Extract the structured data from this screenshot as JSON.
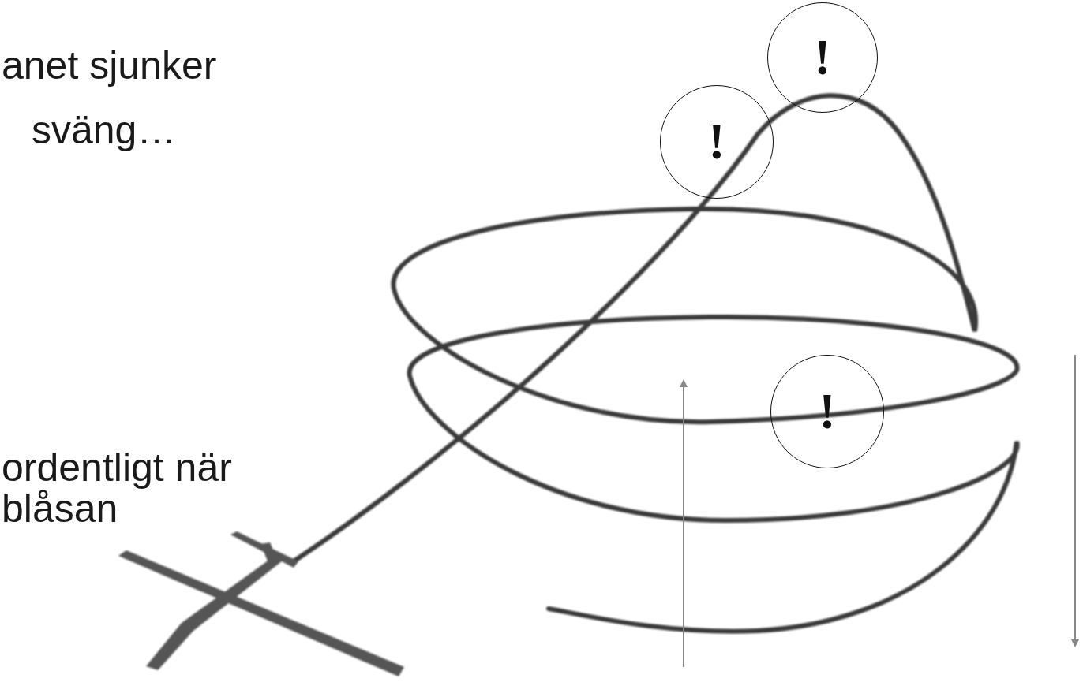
{
  "diagram": {
    "nodes": [
      {
        "text": [
          "!"
        ]
      },
      {
        "text": [
          "!"
        ]
      },
      {
        "text": [
          "!"
        ]
      }
    ],
    "labels": [
      "anet sjunker",
      "sväng…",
      "ordentligt när",
      "blåsan"
    ]
  }
}
